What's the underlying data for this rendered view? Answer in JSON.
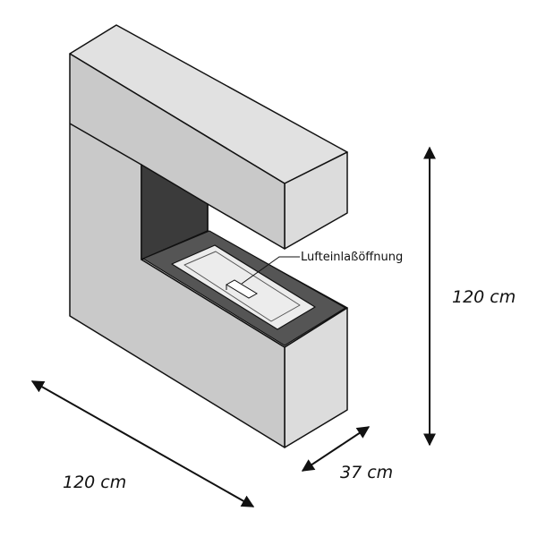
{
  "diagram": {
    "colors": {
      "front_face": "#c9c9c9",
      "top_face": "#e1e1e1",
      "side_face": "#dcdcdc",
      "firebox_dark": "#3b3b3b",
      "firebox_bottom": "#555555",
      "burner_tray": "#ececec",
      "outline": "#111111",
      "text": "#111111"
    },
    "callout": {
      "label": "Lufteinlaßöffnung"
    },
    "dimensions": {
      "height": "120 cm",
      "width": "120 cm",
      "depth": "37 cm"
    }
  }
}
